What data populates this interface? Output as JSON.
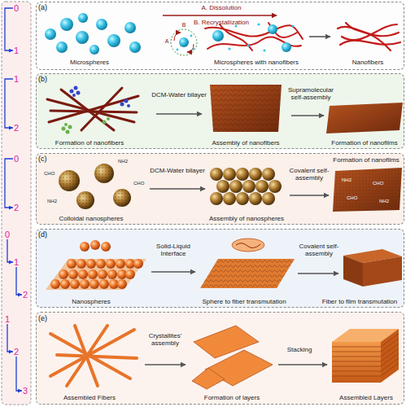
{
  "diagram": {
    "nodes": [
      {
        "text": [
          "0"
        ]
      },
      {
        "text": [
          "1"
        ]
      },
      {
        "text": [
          "1"
        ]
      },
      {
        "text": [
          "2"
        ]
      },
      {
        "text": [
          "0"
        ]
      },
      {
        "text": [
          "2"
        ]
      },
      {
        "text": [
          "0"
        ]
      },
      {
        "text": [
          "1"
        ]
      },
      {
        "text": [
          "2"
        ]
      },
      {
        "text": [
          "1"
        ]
      },
      {
        "text": [
          "2"
        ]
      },
      {
        "text": [
          "3"
        ]
      },
      {
        "text": [
          "(a)",
          "A. Dissolution",
          "B. Recrystallization",
          "A",
          "B",
          "Microspheres",
          "Microspheres with nanofibers",
          "Nanofibers"
        ]
      },
      {
        "text": [
          "(b)",
          "DCM-Water bilayer",
          "Formation of nanofibers",
          "Assembly of nanofibers",
          "Supramolecular self-assembly",
          "Formation of nanofilms"
        ]
      },
      {
        "text": [
          "(c)",
          "DCM-Water bilayer",
          "Colloidal nanospheres",
          "Assembly of nanospheres",
          "Covalent self-assembly",
          "Formation of nanofilms",
          "CHO",
          "NH2",
          "CHO",
          "NH2",
          "NH2",
          "CHO",
          "CHO",
          "NH2"
        ]
      },
      {
        "text": [
          "(d)",
          "Solid-Liquid Interface",
          "Covalent self-assembly",
          "Nanospheres",
          "Sphere to fiber transmutation",
          "Fiber to film transmutation"
        ]
      },
      {
        "text": [
          "(e)",
          "Crystallites' assembly",
          "Stacking",
          "Assembled Fibers",
          "Formation of layers",
          "Assembled Layers"
        ]
      }
    ],
    "edges": [
      {
        "from": 0,
        "to": 1,
        "arrow": "to"
      },
      {
        "from": 2,
        "to": 3,
        "arrow": "to"
      },
      {
        "from": 4,
        "to": 5,
        "arrow": "to"
      },
      {
        "from": 6,
        "to": 7,
        "arrow": "to"
      },
      {
        "from": 7,
        "to": 8,
        "arrow": "to"
      },
      {
        "from": 9,
        "to": 10,
        "arrow": "to"
      },
      {
        "from": 10,
        "to": 11,
        "arrow": "to"
      }
    ]
  }
}
